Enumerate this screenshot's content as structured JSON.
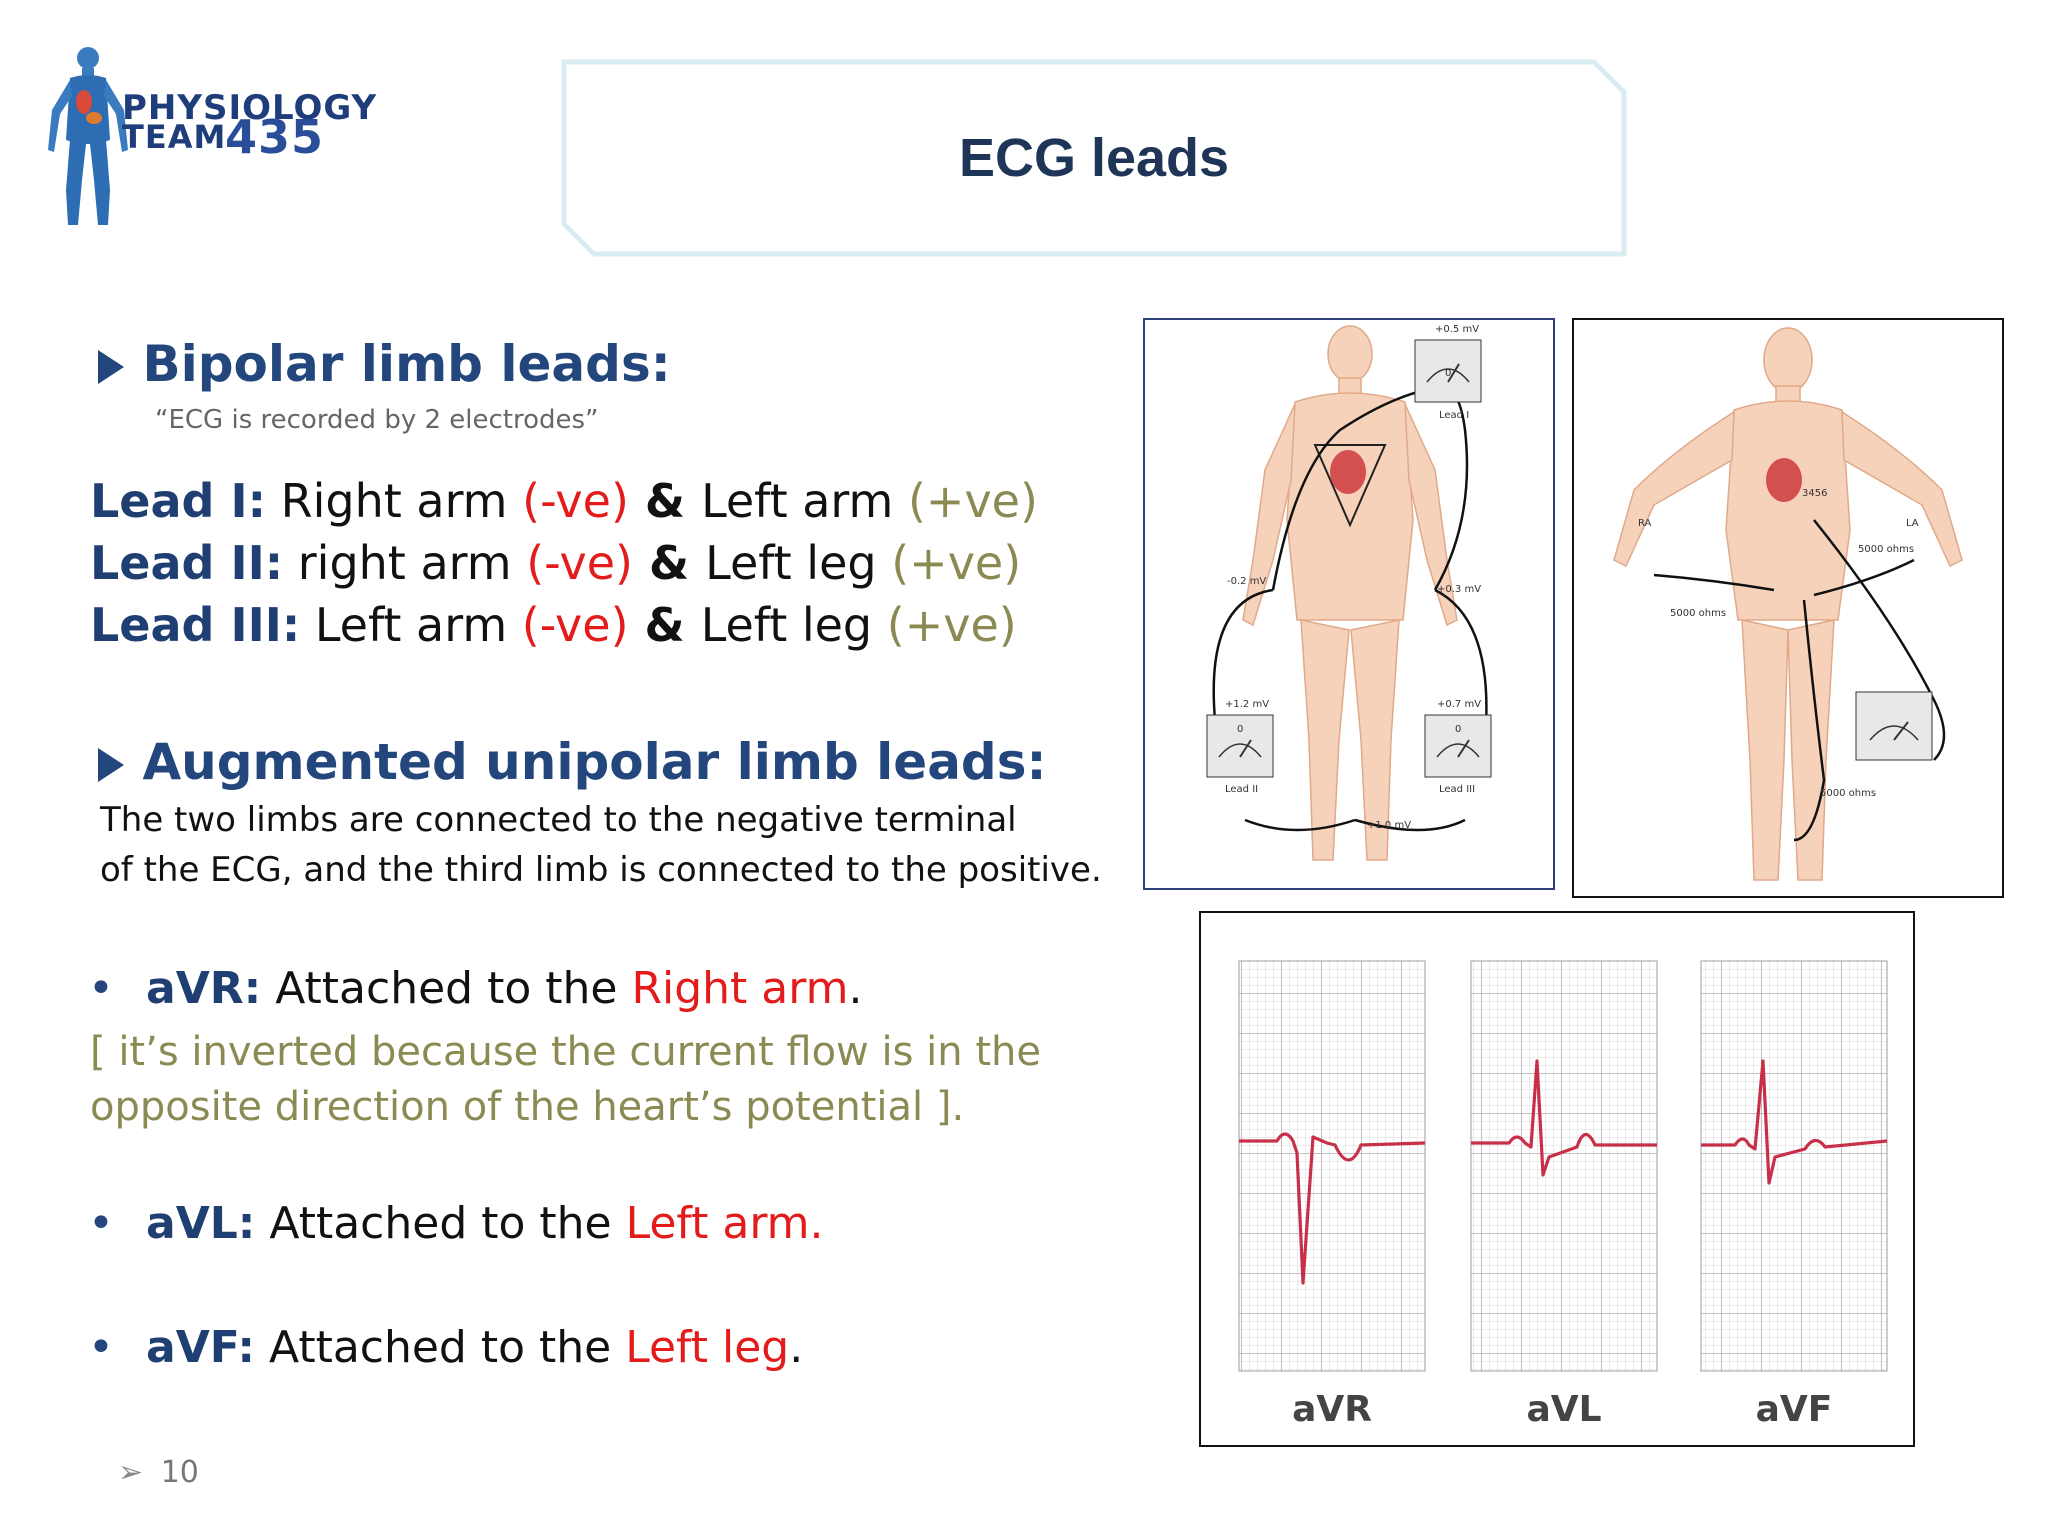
{
  "logo": {
    "line1": "PHYSIOLOGY",
    "line2": "TEAM",
    "number": "435"
  },
  "title": "ECG leads",
  "bipolar": {
    "heading": "Bipolar limb leads:",
    "quote": "“ECG is recorded by 2 electrodes”",
    "leads": [
      {
        "name": "Lead I:",
        "a": "Right arm ",
        "a_sign": "(-ve)",
        "amp": " & ",
        "b": "Left arm ",
        "b_sign": "(+ve)"
      },
      {
        "name": "Lead II:",
        "a": "right arm ",
        "a_sign": "(-ve)",
        "amp": " & ",
        "b": "Left leg ",
        "b_sign": "(+ve)"
      },
      {
        "name": "Lead III:",
        "a": "Left arm ",
        "a_sign": "(-ve)",
        "amp": " & ",
        "b": "Left leg ",
        "b_sign": "(+ve)"
      }
    ]
  },
  "augmented": {
    "heading": "Augmented unipolar limb leads:",
    "desc1": "The two limbs are connected to the negative terminal",
    "desc2": "of the ECG, and the third limb is connected to the positive.",
    "items": [
      {
        "name": "aVR:",
        "text": " Attached to the ",
        "limb": "Right arm",
        "end": "."
      },
      {
        "name": "aVL:",
        "text": " Attached to the ",
        "limb": "Left arm.",
        "end": ""
      },
      {
        "name": "aVF:",
        "text": " Attached to the ",
        "limb": "Left leg",
        "end": "."
      }
    ],
    "note1": "[ it’s inverted because the current flow is in the",
    "note2": "opposite direction of the heart’s potential ]."
  },
  "page_number": "10",
  "figure1": {
    "meters": [
      "+0.5 mV",
      "+1.2 mV",
      "+0.7 mV"
    ],
    "meter_names": [
      "Lead I",
      "Lead II",
      "Lead III"
    ],
    "labels": [
      "-0.2 mV",
      "+0.3 mV",
      "+1.0 mV"
    ],
    "zero": "0"
  },
  "figure2": {
    "ra": "RA",
    "la": "LA",
    "ohms": "5000 ohms",
    "electrodes": "3456"
  },
  "figure3": {
    "labels": [
      "aVR",
      "aVL",
      "aVF"
    ]
  },
  "colors": {
    "heading_blue": "#23467c",
    "red": "#e31b1b",
    "olive": "#8b8a52",
    "ecg_trace": "#c8304a"
  }
}
